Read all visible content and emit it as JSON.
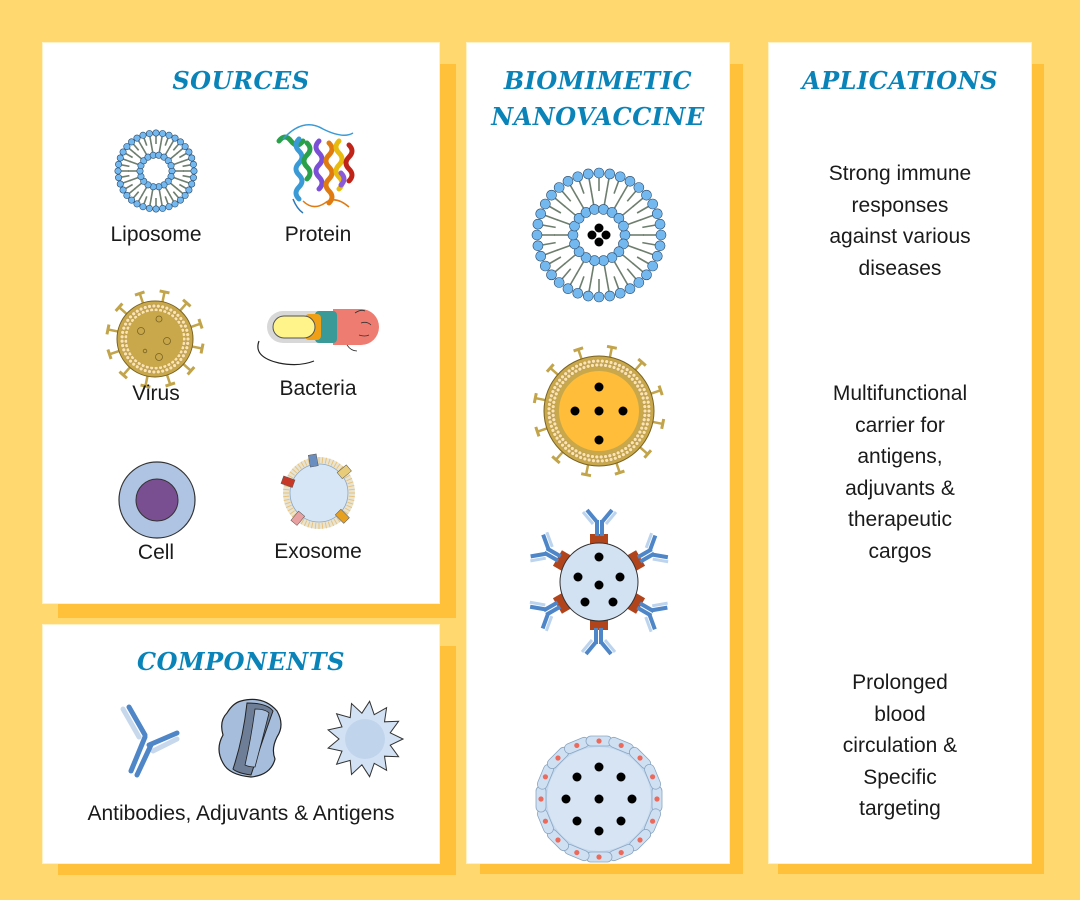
{
  "colors": {
    "background": "#ffd970",
    "panel_shadow": "#ffc03a",
    "panel": "#ffffff",
    "title": "#0a84b8",
    "text": "#1a1a1a"
  },
  "sources": {
    "title": "SOURCES",
    "items": [
      {
        "label": "Liposome",
        "icon": "liposome-icon"
      },
      {
        "label": "Protein",
        "icon": "protein-icon"
      },
      {
        "label": "Virus",
        "icon": "virus-icon"
      },
      {
        "label": "Bacteria",
        "icon": "bacteria-icon"
      },
      {
        "label": "Cell",
        "icon": "cell-icon"
      },
      {
        "label": "Exosome",
        "icon": "exosome-icon"
      }
    ]
  },
  "components": {
    "title": "COMPONENTS",
    "icons": [
      "antibody-icon",
      "adjuvant-icon",
      "antigen-icon"
    ],
    "label": "Antibodies, Adjuvants & Antigens"
  },
  "nanovaccine": {
    "title_line1": "BIOMIMETIC",
    "title_line2": "NANOVACCINE",
    "items": [
      {
        "icon": "liposome-nanovaccine-icon"
      },
      {
        "icon": "virus-like-nanovaccine-icon"
      },
      {
        "icon": "antibody-decorated-nanovaccine-icon"
      },
      {
        "icon": "cell-membrane-nanovaccine-icon"
      }
    ]
  },
  "applications": {
    "title": "APLICATIONS",
    "items": [
      {
        "text": "Strong immune\nresponses\nagainst various\ndiseases"
      },
      {
        "text": "Multifunctional\ncarrier for\nantigens,\nadjuvants &\ntherapeutic\ncargos"
      },
      {
        "text": "Prolonged\nblood\ncirculation &\nSpecific\ntargeting"
      }
    ]
  }
}
